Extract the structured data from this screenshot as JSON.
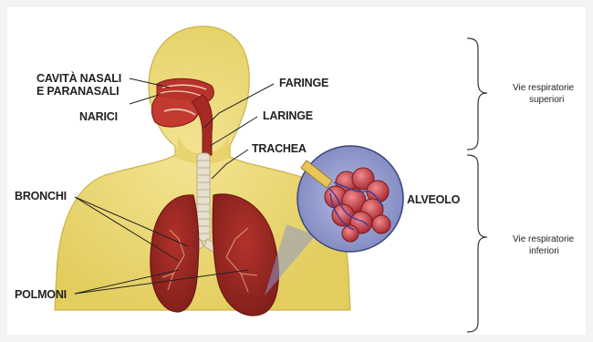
{
  "labels": {
    "cavita_nasali_1": "CAVITÀ NASALI",
    "cavita_nasali_2": "E PARANASALI",
    "narici": "NARICI",
    "faringe": "FARINGE",
    "laringe": "LARINGE",
    "trachea": "TRACHEA",
    "bronchi": "BRONCHI",
    "polmoni": "POLMONI",
    "alveolo": "ALVEOLO"
  },
  "groups": {
    "superiori_1": "Vie respiratorie",
    "superiori_2": "superiori",
    "inferiori_1": "Vie respiratorie",
    "inferiori_2": "inferiori"
  },
  "colors": {
    "body": "#ecd873",
    "body_outline": "#c9b34a",
    "lung": "#9b2a24",
    "airway": "#7a1a16",
    "trachea": "#e8e0cf",
    "magnifier": "#8f97c8",
    "alveolus": "#c2323c"
  }
}
